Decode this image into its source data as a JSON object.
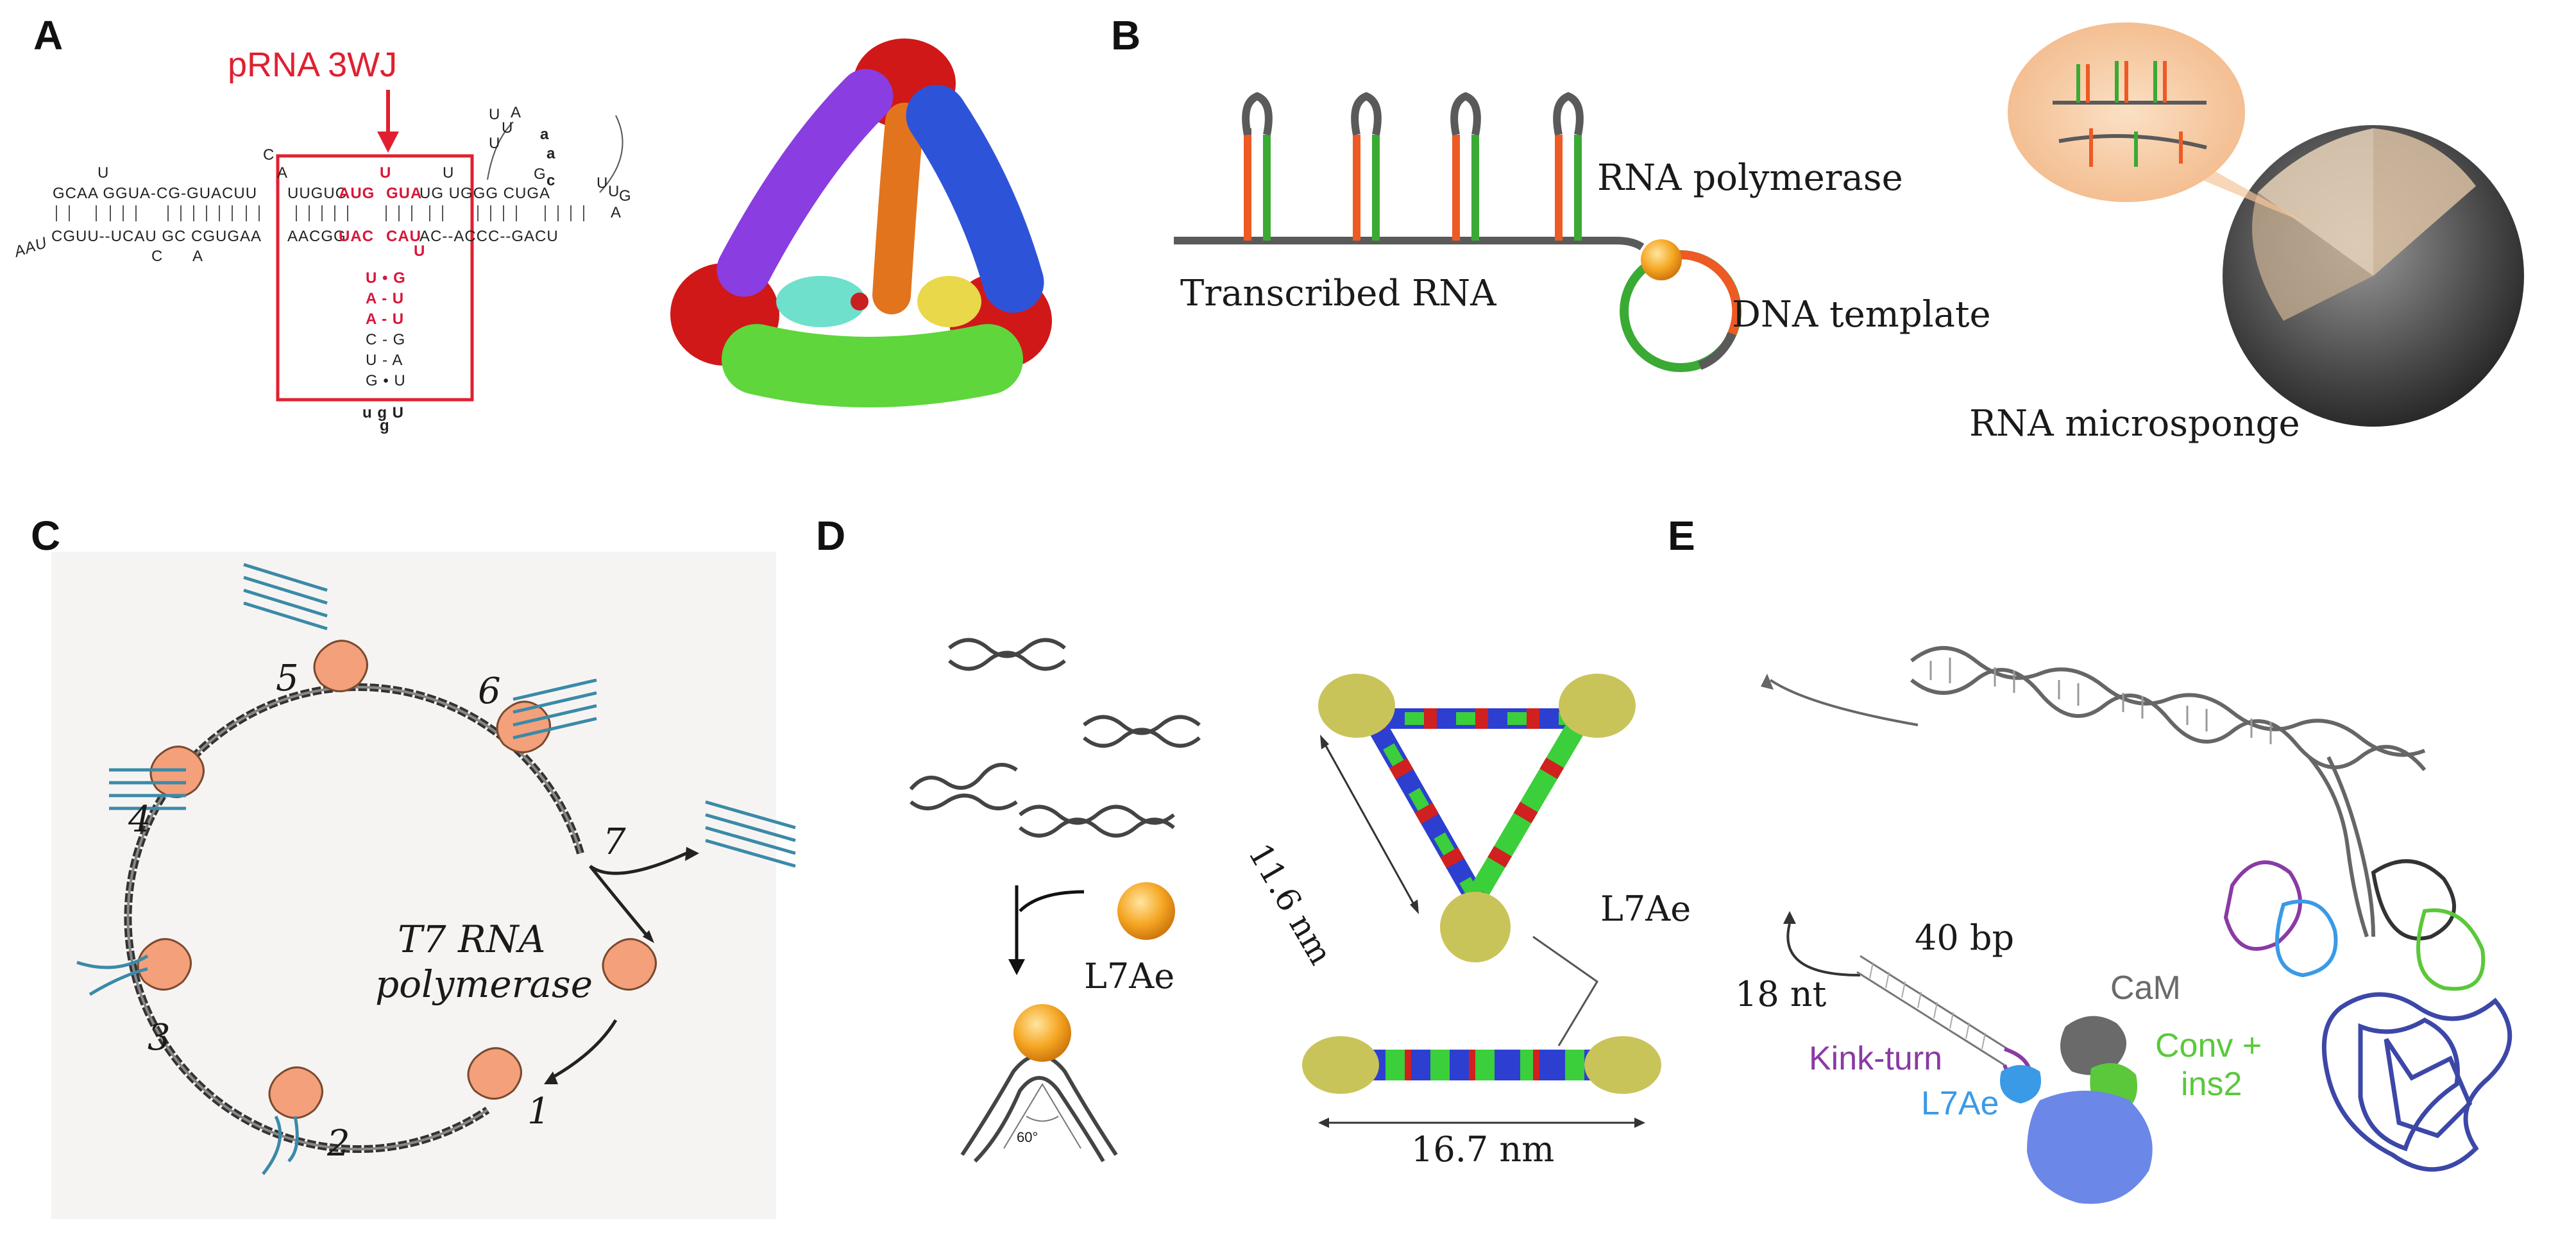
{
  "panels": {
    "a": {
      "label": "A",
      "title": "pRNA 3WJ",
      "seq_top_left": "GCAA  GGUA-CG-GUACUU",
      "seq_top_mid": "UUGUC",
      "seq_top_red1": "AUG",
      "seq_top_red2": "GUA",
      "seq_top_right": "UG  UGGG    CUGA",
      "seq_bot_left": "CGUU--UCAU  GC CGUGAA",
      "seq_bot_mid": "AACGG",
      "seq_bot_red1": "UAC",
      "seq_bot_red2": "CAU",
      "seq_bot_right": "AC--ACCC--GACU",
      "loop_left": "AAU",
      "stem_pairs": [
        "U • G",
        "A  -  U",
        "A  -  U",
        "C  -  G",
        "U  -  A",
        "G • U"
      ],
      "bottom_loop": "u  g  U",
      "extra": [
        "U",
        "C",
        "A",
        "C",
        "A",
        "U",
        "U",
        "U",
        "U",
        "a",
        "a",
        "U",
        "A",
        "G",
        "c",
        "U",
        "U",
        "G",
        "A",
        "U",
        "g"
      ]
    },
    "b": {
      "label": "B",
      "rna_polymerase": "RNA polymerase",
      "transcribed_rna": "Transcribed RNA",
      "dna_template": "DNA template",
      "rna_microsponge": "RNA microsponge"
    },
    "c": {
      "label": "C",
      "enzyme": "T7 RNA\npolymerase",
      "enzyme_line1": "T7 RNA",
      "enzyme_line2": "polymerase",
      "steps": [
        "1",
        "2",
        "3",
        "4",
        "5",
        "6",
        "7"
      ]
    },
    "d": {
      "label": "D",
      "protein": "L7Ae",
      "protein2": "L7Ae",
      "side_length": "11.6 nm",
      "length": "16.7 nm",
      "angle": "60°"
    },
    "e": {
      "label": "E",
      "nt": "18 nt",
      "bp": "40 bp",
      "cam": "CaM",
      "kink": "Kink-turn",
      "l7ae": "L7Ae",
      "conv1": "Conv +",
      "conv2": "ins2"
    }
  },
  "colors": {
    "red_label": "#e02030",
    "orange_stem": "#ee5a24",
    "green_stem": "#3aaa35",
    "strand_gray": "#5a5a5a",
    "polymerase": "#f4a07a",
    "yellow_protein": "#c9c45a",
    "kink_purple": "#8a3aa5",
    "l7ae_blue": "#3a9ae6",
    "conv_green": "#5ac83a",
    "cam_gray": "#6a6a6a"
  }
}
